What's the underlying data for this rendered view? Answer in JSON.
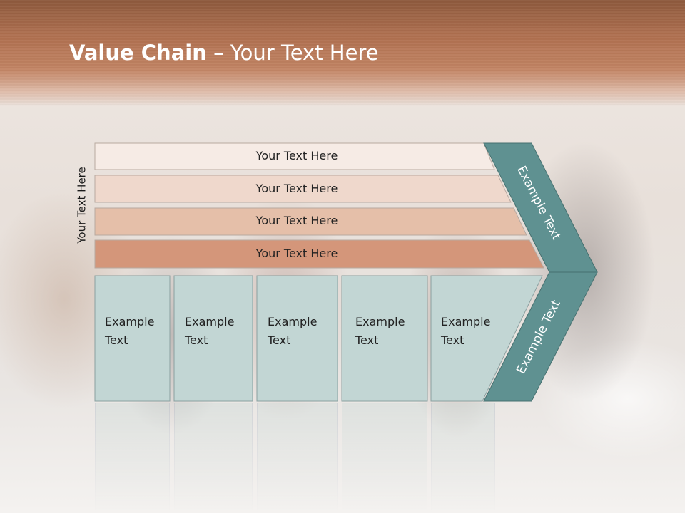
{
  "slide": {
    "title_bold": "Value Chain",
    "title_rest": " – Your Text Here",
    "side_label": "Your Text Here"
  },
  "rows": [
    {
      "label": "Your Text Here",
      "color": "#f6ebe5"
    },
    {
      "label": "Your Text Here",
      "color": "#efd8cc"
    },
    {
      "label": "Your Text Here",
      "color": "#e5bfa9"
    },
    {
      "label": "Your Text Here",
      "color": "#d4967a"
    }
  ],
  "boxes": [
    {
      "label_line1": "Example",
      "label_line2": "Text"
    },
    {
      "label_line1": "Example",
      "label_line2": "Text"
    },
    {
      "label_line1": "Example",
      "label_line2": "Text"
    },
    {
      "label_line1": "Example",
      "label_line2": "Text"
    },
    {
      "label_line1": "Example",
      "label_line2": "Text"
    }
  ],
  "chevron": {
    "upper_label": "Example Text",
    "lower_label": "Example Text",
    "color": "#5f9191"
  },
  "colors": {
    "box_fill": "#c2d6d4",
    "header_brown": "#a86848"
  }
}
